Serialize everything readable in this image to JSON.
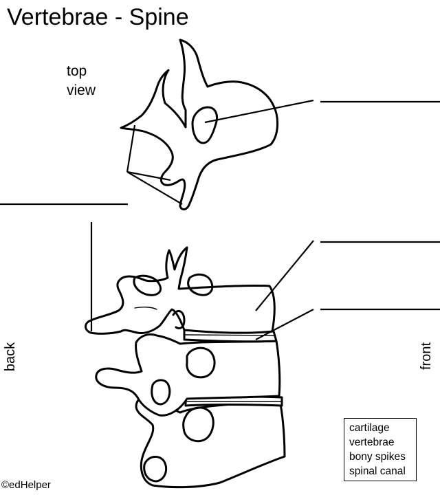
{
  "title": "Vertebrae - Spine",
  "view_label_line1": "top",
  "view_label_line2": "view",
  "back_label": "back",
  "front_label": "front",
  "word_bank": [
    "cartilage",
    "vertebrae",
    "bony spikes",
    "spinal canal"
  ],
  "copyright": "©edHelper"
}
